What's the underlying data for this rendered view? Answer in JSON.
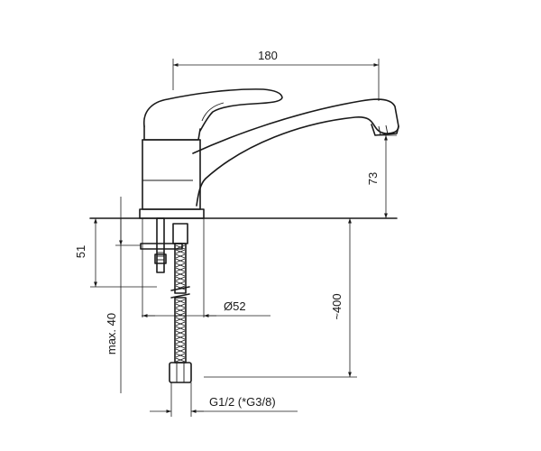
{
  "drawing": {
    "dimensions": {
      "overall_width": "180",
      "spout_height": "73",
      "mount_height": "51",
      "max_thickness": "max. 40",
      "hose_length": "~400",
      "base_diameter": "Ø52",
      "thread": "G1/2 (*G3/8)"
    }
  }
}
